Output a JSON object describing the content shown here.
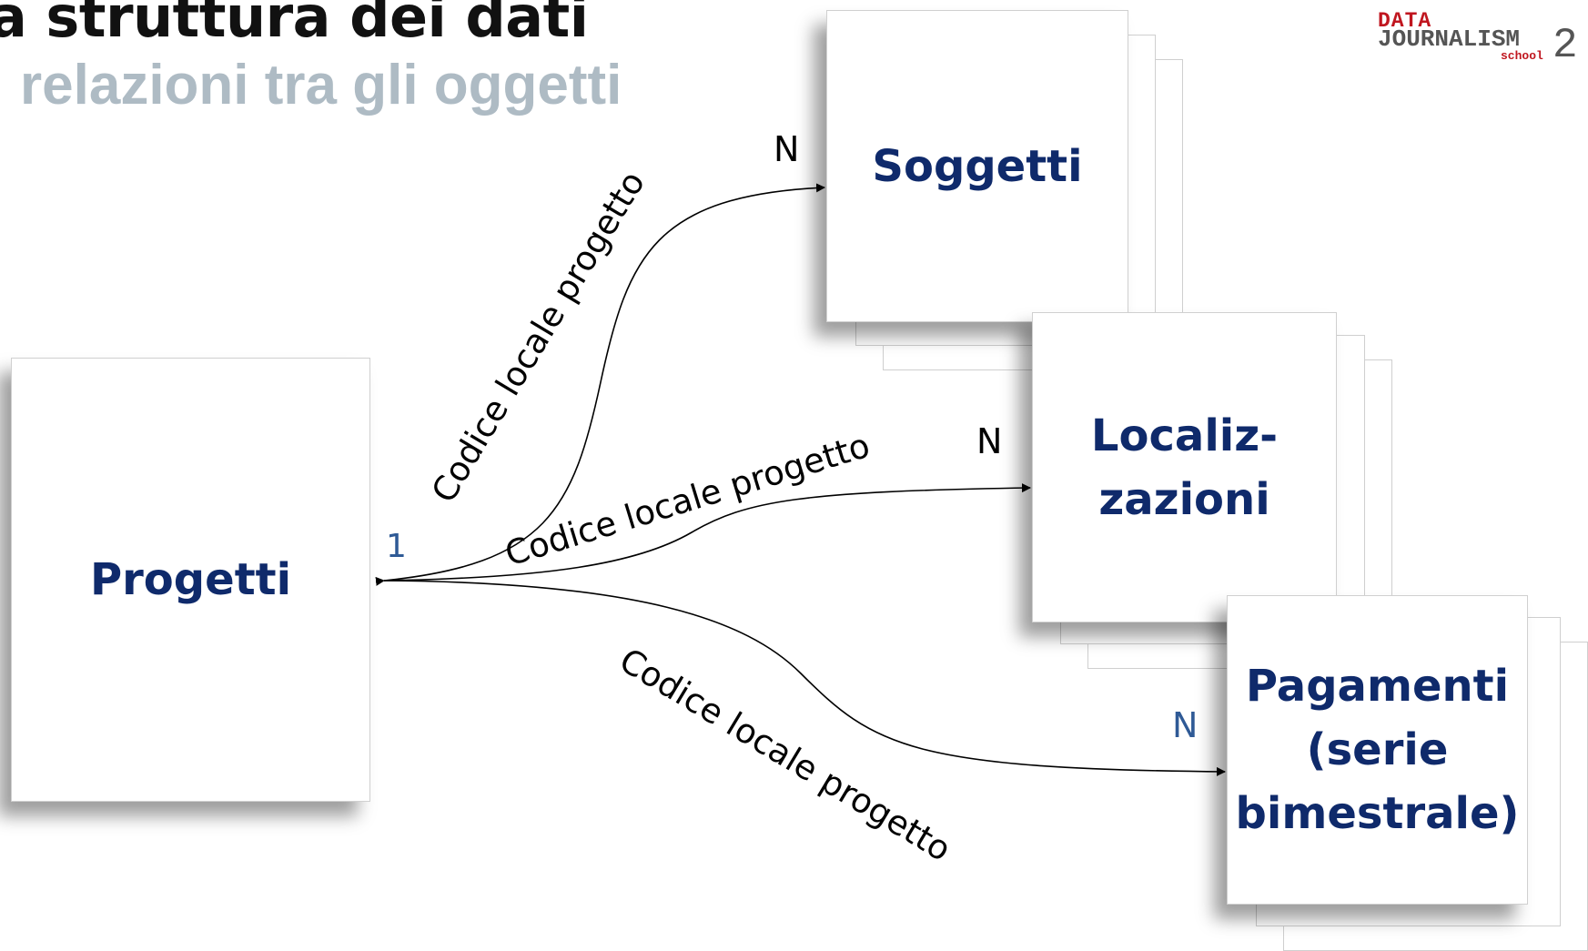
{
  "header": {
    "title": "a struttura dei dati",
    "subtitle": "relazioni tra gli oggetti"
  },
  "logo": {
    "line1": "DATA",
    "line2": "JOURNALISM",
    "line3": "school",
    "mark": "2"
  },
  "entities": {
    "progetti": "Progetti",
    "soggetti": "Soggetti",
    "localizzazioni": "Localiz-\nzazioni",
    "pagamenti": "Pagamenti\n(serie\nbimestrale)"
  },
  "relations": {
    "one_label": "1",
    "soggetti": {
      "label": "Codice locale progetto",
      "cardinality": "N"
    },
    "localizzazioni": {
      "label": "Codice locale progetto",
      "cardinality": "N"
    },
    "pagamenti": {
      "label": "Codice locale progetto",
      "cardinality": "N"
    }
  },
  "colors": {
    "entity_text": "#0f2a6b",
    "subtitle": "#aebbc4",
    "logo_red": "#c0161f",
    "cardinality_blue": "#2f5a96"
  }
}
